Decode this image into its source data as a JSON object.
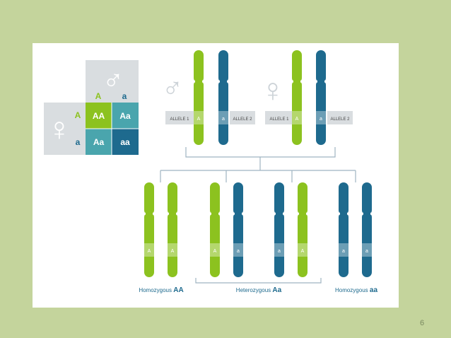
{
  "colors": {
    "background": "#c4d49c",
    "panel": "#ffffff",
    "green": "#8cc21f",
    "blue": "#1e6a8e",
    "teal": "#4aa5ad",
    "grey_box": "#d9dde0",
    "connector": "#9fb4c2",
    "symbol_grey": "#cdd3d8"
  },
  "punnett": {
    "male_symbol": "♂",
    "female_symbol": "♀",
    "col_headers": [
      "A",
      "a"
    ],
    "row_headers": [
      "A",
      "a"
    ],
    "cells": [
      [
        "AA",
        "Aa"
      ],
      [
        "Aa",
        "aa"
      ]
    ]
  },
  "parents": {
    "male_symbol": "♂",
    "female_symbol": "♀",
    "allele1_label": "ALLELE 1",
    "allele2_label": "ALLELE 2",
    "allele1_letter": "A",
    "allele2_letter": "a"
  },
  "offspring": {
    "alleles": [
      "A",
      "A",
      "A",
      "a",
      "a",
      "A",
      "a",
      "a"
    ],
    "labels": [
      {
        "prefix": "Homozygous ",
        "genotype": "AA"
      },
      {
        "prefix": "Heterozygous ",
        "genotype": "Aa"
      },
      {
        "prefix": "Homozygous ",
        "genotype": "aa"
      }
    ]
  },
  "page_number": "6"
}
